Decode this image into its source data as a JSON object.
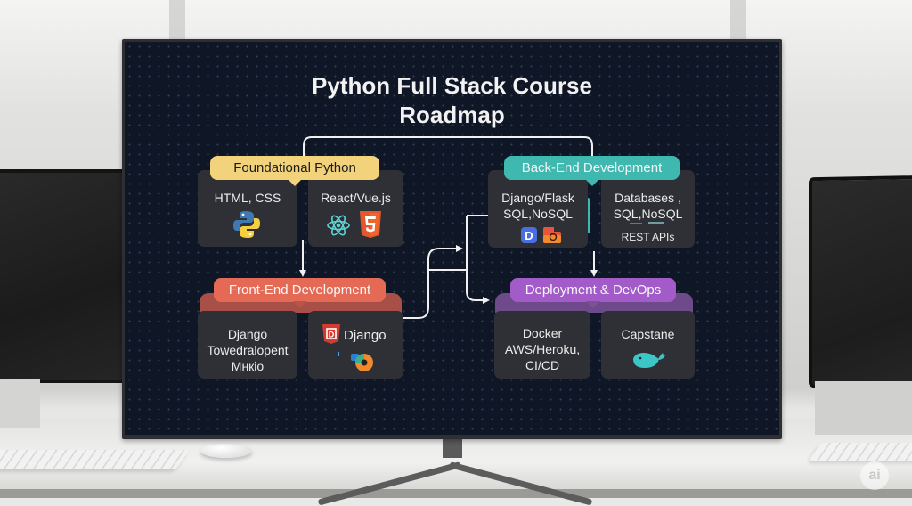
{
  "diagram": {
    "title_line1": "Python Full Stack Course",
    "title_line2": "Roadmap",
    "groups": [
      {
        "id": "foundational",
        "label": "Foundational Python",
        "color": "#f2d27a",
        "text_color": "#1b1b1b",
        "cards": [
          {
            "lines": [
              "HTML, CSS"
            ],
            "icons": [
              "python-logo-icon"
            ]
          },
          {
            "lines": [
              "React/Vue.js"
            ],
            "icons": [
              "react-logo-icon",
              "html5-logo-icon"
            ]
          }
        ]
      },
      {
        "id": "backend",
        "label": "Back-End Development",
        "color": "#3fb8b0",
        "text_color": "#f4f4f4",
        "cards": [
          {
            "lines": [
              "Django/Flask",
              "SQL,NoSQL"
            ],
            "icons": [
              "d-app-icon",
              "red-db-icon"
            ]
          },
          {
            "lines": [
              "Databases ,",
              "SQL,NoSQL"
            ],
            "sublabel": "REST APIs"
          }
        ]
      },
      {
        "id": "frontend",
        "label": "Front-End Development",
        "color": "#e56a55",
        "text_color": "#f7f7f7",
        "cards": [
          {
            "lines": [
              "Django",
              "Towedralopent",
              "Mнкіо"
            ]
          },
          {
            "lines": [
              "Django"
            ],
            "icons": [
              "django-shield-icon",
              "orange-ring-icon"
            ]
          }
        ]
      },
      {
        "id": "deployment",
        "label": "Deployment & DevOps",
        "color": "#a25bc8",
        "text_color": "#f7f7f7",
        "cards": [
          {
            "lines": [
              "Docker",
              "AWS/Heroku,",
              "CI/CD"
            ]
          },
          {
            "lines": [
              "Capstane"
            ],
            "icons": [
              "docker-whale-icon"
            ]
          }
        ]
      }
    ],
    "connectors": [
      {
        "from": "foundational",
        "to": "backend",
        "style": "bracket"
      },
      {
        "from": "foundational",
        "to": "frontend",
        "style": "arrow-down"
      },
      {
        "from": "frontend",
        "to": "backend",
        "style": "arrow-right"
      },
      {
        "from": "frontend",
        "to": "deployment",
        "style": "arrow-right"
      },
      {
        "from": "backend",
        "to": "deployment",
        "style": "arrow-down"
      }
    ]
  },
  "watermark": "ai"
}
